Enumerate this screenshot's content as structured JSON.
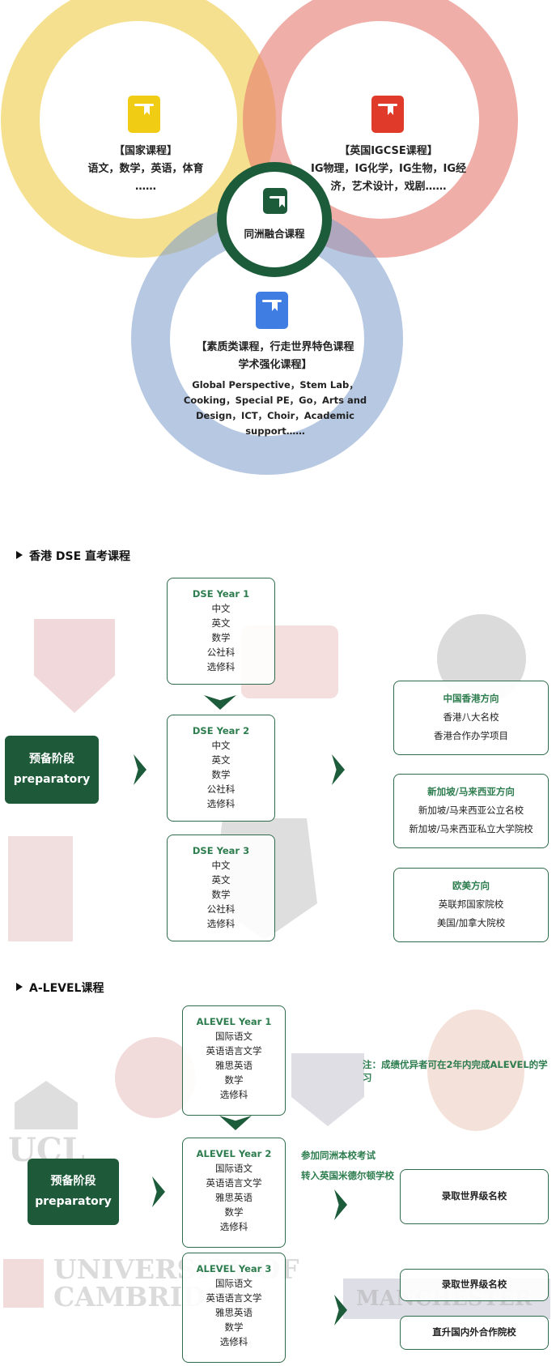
{
  "venn": {
    "national": {
      "title": "【国家课程】",
      "line1": "语文，数学，英语，体育",
      "line2": "……",
      "icon": "book-icon",
      "color": "#f1d35e"
    },
    "igcse": {
      "title": "【英国IGCSE课程】",
      "line1": "IG物理，IG化学，IG生物，IG经",
      "line2": "济，艺术设计，戏剧……",
      "icon": "book-icon",
      "color": "#e8877c"
    },
    "quality": {
      "title1": "【素质类课程，行走世界特色课程",
      "title2": "学术强化课程】",
      "line1": "Global Perspective，Stem Lab，",
      "line2": "Cooking，Special PE，Go，Arts and",
      "line3": "Design，ICT，Choir，Academic",
      "line4": "support……",
      "icon": "book-icon",
      "color": "#9fb4d8"
    },
    "center": {
      "label": "同洲融合课程",
      "icon": "book-icon",
      "color": "#1d5c3a"
    }
  },
  "dse": {
    "heading": "香港 DSE 直考课程",
    "prep": {
      "line1": "预备阶段",
      "line2": "preparatory"
    },
    "years": [
      {
        "title": "DSE Year 1",
        "subjects": [
          "中文",
          "英文",
          "数学",
          "公社科",
          "选修科"
        ]
      },
      {
        "title": "DSE Year 2",
        "subjects": [
          "中文",
          "英文",
          "数学",
          "公社科",
          "选修科"
        ]
      },
      {
        "title": "DSE Year 3",
        "subjects": [
          "中文",
          "英文",
          "数学",
          "公社科",
          "选修科"
        ]
      }
    ],
    "destinations": [
      {
        "title": "中国香港方向",
        "items": [
          "香港八大名校",
          "香港合作办学项目"
        ]
      },
      {
        "title": "新加坡/马来西亚方向",
        "items": [
          "新加坡/马来西亚公立名校",
          "新加坡/马来西亚私立大学院校"
        ]
      },
      {
        "title": "欧美方向",
        "items": [
          "英联邦国家院校",
          "美国/加拿大院校"
        ]
      }
    ]
  },
  "alevel": {
    "heading": "A-LEVEL课程",
    "prep": {
      "line1": "预备阶段",
      "line2": "preparatory"
    },
    "years": [
      {
        "title": "ALEVEL Year 1",
        "subjects": [
          "国际语文",
          "英语语言文学",
          "雅思英语",
          "数学",
          "选修科"
        ]
      },
      {
        "title": "ALEVEL Year 2",
        "subjects": [
          "国际语文",
          "英语语言文学",
          "雅思英语",
          "数学",
          "选修科"
        ]
      },
      {
        "title": "ALEVEL Year 3",
        "subjects": [
          "国际语文",
          "英语语言文学",
          "雅思英语",
          "数学",
          "选修科"
        ]
      }
    ],
    "note": "注：成绩优异者可在2年内完成ALEVEL的学习",
    "transfer": {
      "line1": "参加同洲本校考试",
      "line2": "转入英国米德尔顿学校"
    },
    "destinations": [
      "录取世界级名校",
      "录取世界级名校",
      "直升国内外合作院校"
    ]
  },
  "watermarks": {
    "ucl": "UCL",
    "cambridge1": "UNIVERSITY OF",
    "cambridge2": "CAMBRIDGE",
    "manchester": "MANCHESTER"
  }
}
